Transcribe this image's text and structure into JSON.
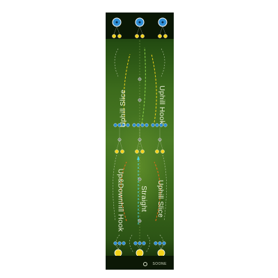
{
  "mat": {
    "labels": {
      "uphill_slice_top": "Uphill Slice",
      "uphill_hook": "Uphill Hook",
      "up_downhill_hook": "Up&Downhill Hook",
      "straight": "Straight",
      "uphill_slice_bottom": "Uphill Slice"
    },
    "brand": "SOONE"
  },
  "colors": {
    "hole_blue": "#2f8fd6",
    "marker_yellow": "#f2d21a",
    "line_yellow": "#f2d21a",
    "line_orange": "#e86a1a",
    "line_green": "#8fd34a",
    "line_cyan": "#4fd6e6"
  }
}
